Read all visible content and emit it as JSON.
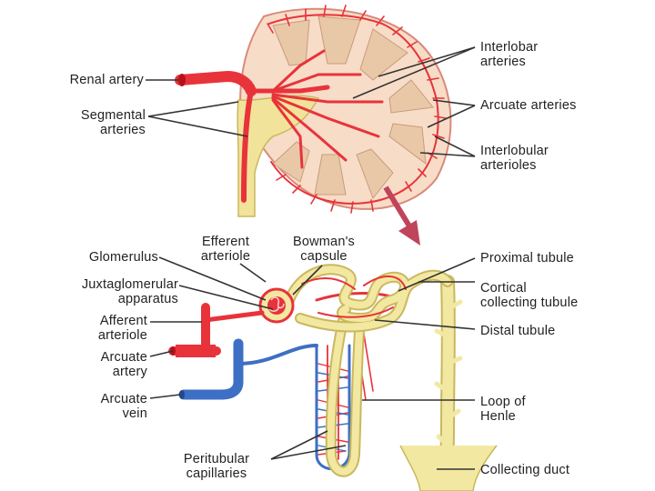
{
  "labels": {
    "renal_artery": "Renal artery",
    "segmental_arteries": {
      "line1": "Segmental",
      "line2": "arteries"
    },
    "interlobar_arteries": {
      "line1": "Interlobar",
      "line2": "arteries"
    },
    "arcuate_arteries": "Arcuate arteries",
    "interlobular_arterioles": {
      "line1": "Interlobular",
      "line2": "arterioles"
    },
    "glomerulus": "Glomerulus",
    "efferent_arteriole": {
      "line1": "Efferent",
      "line2": "arteriole"
    },
    "bowmans_capsule": {
      "line1": "Bowman's",
      "line2": "capsule"
    },
    "juxtaglomerular_apparatus": {
      "line1": "Juxtaglomerular",
      "line2": "apparatus"
    },
    "afferent_arteriole": {
      "line1": "Afferent",
      "line2": "arteriole"
    },
    "arcuate_artery": {
      "line1": "Arcuate",
      "line2": "artery"
    },
    "arcuate_vein": {
      "line1": "Arcuate",
      "line2": "vein"
    },
    "peritubular_capillaries": {
      "line1": "Peritubular",
      "line2": "capillaries"
    },
    "proximal_tubule": "Proximal tubule",
    "cortical_collecting_tubule": {
      "line1": "Cortical",
      "line2": "collecting tubule"
    },
    "distal_tubule": "Distal tubule",
    "loop_of_henle": {
      "line1": "Loop of",
      "line2": "Henle"
    },
    "collecting_duct": "Collecting duct"
  },
  "colors": {
    "artery": "#e8333a",
    "artery_dark": "#b5121b",
    "vein": "#3d6fc4",
    "tubule": "#f3e8a2",
    "tubule_edge": "#c9b85e",
    "cortex": "#f7dcc8",
    "pyramid": "#e9c8a8",
    "arrow": "#c0445a",
    "leader": "#333333"
  }
}
